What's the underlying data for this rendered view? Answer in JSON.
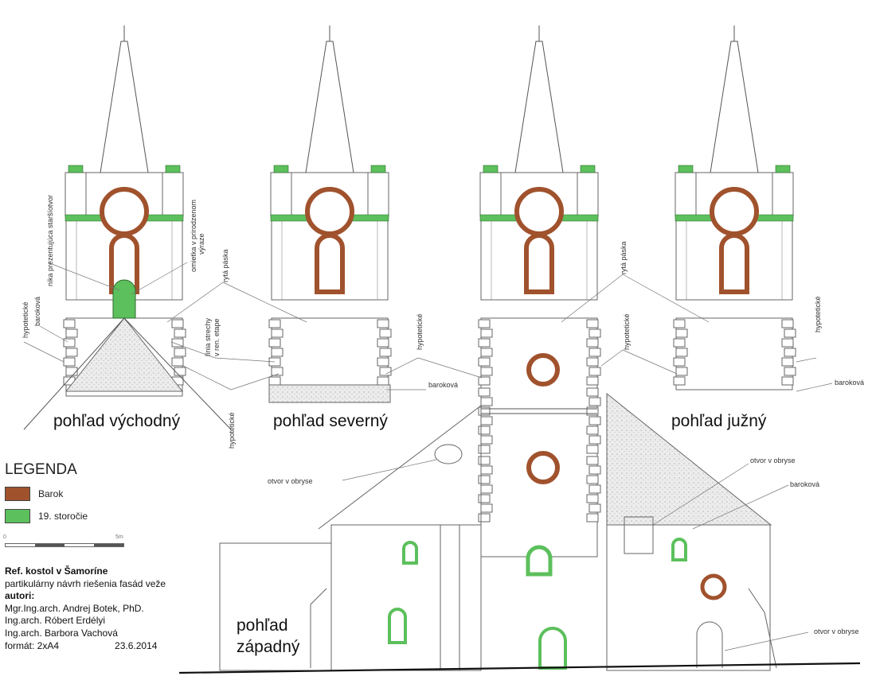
{
  "palette": {
    "barok": "#a0522d",
    "storocie19": "#5cc05c",
    "line": "#555555"
  },
  "views": {
    "vychodny": "pohľad východný",
    "severny": "pohľad severný",
    "juzny": "pohľad južný",
    "zapadny_1": "pohľad",
    "zapadny_2": "západný"
  },
  "annotations": {
    "nika": "nika prezentujúca staršíotvor",
    "omietka_1": "omietka v prirodzenom",
    "omietka_2": "výraze",
    "ryta_paska": "rytá páska",
    "hypoteticke": "hypotetické",
    "barokova": "baroková",
    "linia_1": "línia strechy",
    "linia_2": "v ren. etape",
    "otvor_v_obryse": "otvor v obryse"
  },
  "legend": {
    "title": "LEGENDA",
    "items": [
      {
        "label": "Barok",
        "color": "#a0522d"
      },
      {
        "label": "19. storočie",
        "color": "#5cc05c"
      }
    ]
  },
  "scale": {
    "start": "0",
    "end": "5m"
  },
  "credits": {
    "title": "Ref. kostol v Šamoríne",
    "subtitle": "partikulárny návrh riešenia fasád veže",
    "authors_heading": "autori:",
    "authors": [
      "Mgr.Ing.arch. Andrej Botek, PhD.",
      "Ing.arch. Róbert Erdélyi",
      "Ing.arch. Barbora Vachová"
    ],
    "format": "formát: 2xA4",
    "date": "23.6.2014"
  }
}
